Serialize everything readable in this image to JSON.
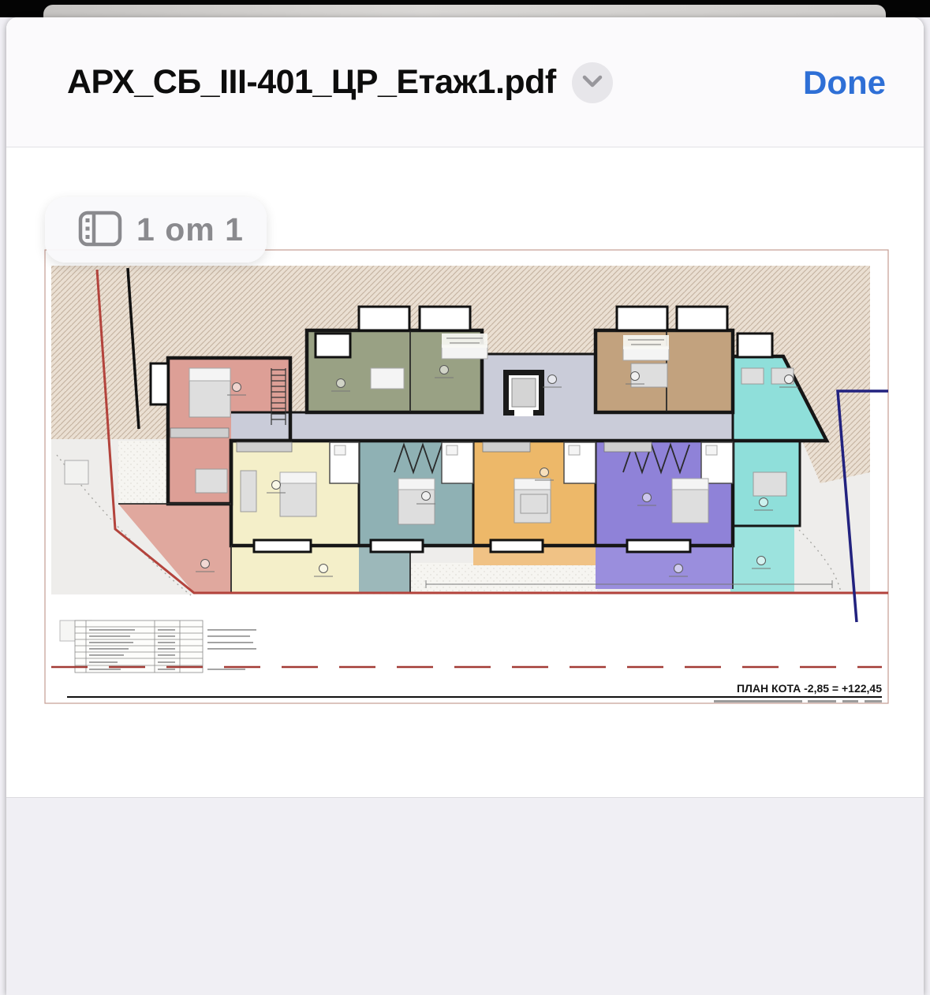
{
  "header": {
    "title": "АРХ_СБ_III-401_ЦР_Етаж1.pdf",
    "done_label": "Done"
  },
  "page_indicator": {
    "label": "1 om 1"
  },
  "plan": {
    "caption": "ПЛАН КОТА  -2,85 = +122,45",
    "colors": {
      "site_hatch_bg": "#eadfd2",
      "site_hatch_line": "#c3b19f",
      "apartment_pink": "#dd9f96",
      "terrace_salmon": "#e0a89e",
      "apartment_olive": "#99a184",
      "apartment_tan": "#c2a27e",
      "apartment_cyan": "#8fdfda",
      "apartment_cream": "#f4efc9",
      "apartment_teal": "#8fb1b4",
      "apartment_orange": "#edb869",
      "apartment_purple": "#8f82d8",
      "corridor_gray": "#caccd9",
      "property_line_red": "#b3433c",
      "boundary_navy": "#22227f"
    }
  },
  "theme": {
    "accent_blue": "#2e6fd6",
    "footer_bg": "#f0eff4"
  }
}
